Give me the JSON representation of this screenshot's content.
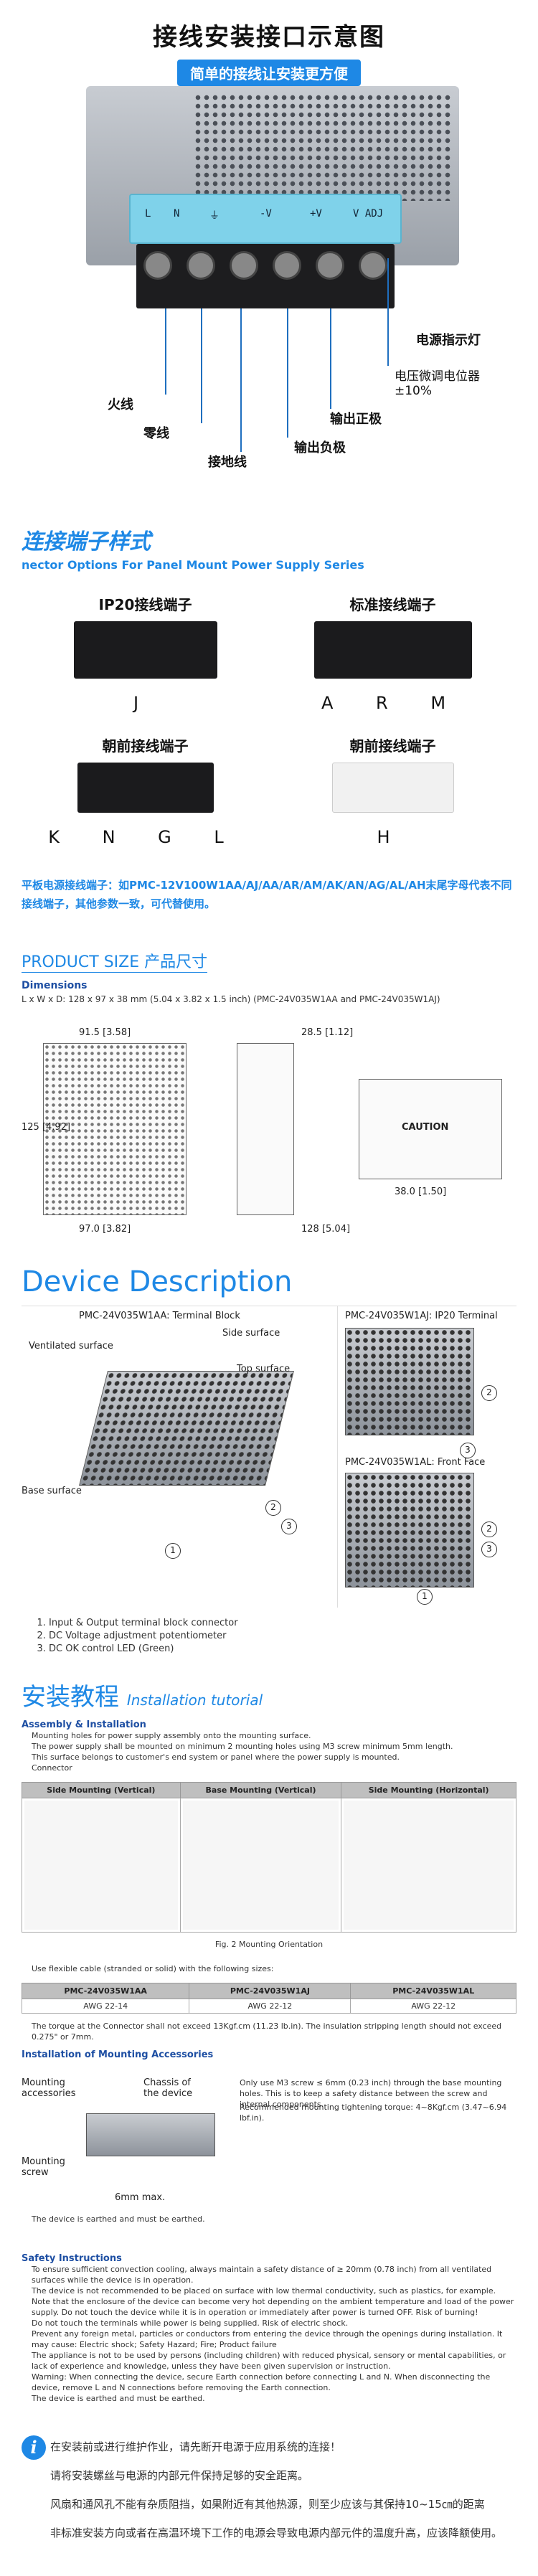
{
  "header": {
    "title": "接线安装接口示意图",
    "subtitle": "简单的接线让安装更方便"
  },
  "photo": {
    "terminal_labels": [
      "L",
      "N",
      "⏚",
      "-V",
      "+V",
      "V ADJ"
    ],
    "callouts": {
      "led": "电源指示灯",
      "adj": "电压微调电位器",
      "adj_range": "±10%",
      "live": "火线",
      "neutral": "零线",
      "ground": "接地线",
      "pos": "输出正极",
      "neg": "输出负极"
    }
  },
  "connectors": {
    "title_cn": "连接端子样式",
    "title_en": "nector Options For Panel Mount Power Supply Series",
    "items": [
      {
        "name": "IP20接线端子",
        "letters": "J"
      },
      {
        "name": "标准接线端子",
        "letters": "A R M"
      },
      {
        "name": "朝前接线端子",
        "letters": "K N G L"
      },
      {
        "name": "朝前接线端子",
        "letters": "H"
      }
    ],
    "note": "平板电源接线端子：如PMC-12V100W1AA/AJ/AA/AR/AM/AK/AN/AG/AL/AH末尾字母代表不同接线端子，其他参数一致，可代替使用。"
  },
  "dimensions": {
    "logo_en": "PRODUCT SIZE",
    "logo_cn": "产品尺寸",
    "heading": "Dimensions",
    "line": "L x W x D: 128 x 97 x 38 mm (5.04 x 3.82 x 1.5 inch) (PMC-24V035W1AA and PMC-24V035W1AJ)",
    "marks": {
      "w1": "91.5 [3.58]",
      "w2": "97.0 [3.82]",
      "h1": "125 [4.92]",
      "h2": "128 [5.04]",
      "d1": "28.5 [1.12]",
      "d2": "38.0 [1.50]",
      "caution": "CAUTION"
    }
  },
  "device": {
    "title": "Device Description",
    "cap_main": "PMC-24V035W1AA: Terminal Block",
    "cap_r1": "PMC-24V035W1AJ: IP20 Terminal",
    "cap_r2": "PMC-24V035W1AL: Front Face",
    "labels": {
      "ventilated": "Ventilated surface",
      "side": "Side surface",
      "top": "Top surface",
      "base": "Base surface"
    },
    "list": [
      "Input & Output terminal block connector",
      "DC Voltage adjustment potentiometer",
      "DC OK control LED (Green)"
    ]
  },
  "install": {
    "title_cn": "安装教程",
    "title_en": "Installation tutorial",
    "assembly_head": "Assembly & Installation",
    "assembly_items": [
      "Mounting holes for power supply assembly onto the mounting surface.",
      "The power supply shall be mounted on minimum 2 mounting holes using M3 screw minimum 5mm length.",
      "This surface belongs to customer's end system or panel where the power supply is mounted.",
      "Connector"
    ],
    "table_heads": [
      "Side Mounting (Vertical)",
      "Base Mounting (Vertical)",
      "Side Mounting (Horizontal)"
    ],
    "fig_caption": "Fig. 2    Mounting Orientation",
    "cable_note": "Use flexible cable (stranded or solid) with the following sizes:",
    "cable_heads": [
      "PMC-24V035W1AA",
      "PMC-24V035W1AJ",
      "PMC-24V035W1AL"
    ],
    "cable_vals": [
      "AWG 22-14",
      "AWG 22-12",
      "AWG 22-12"
    ],
    "torque": "The torque at the Connector shall not exceed 13Kgf.cm (11.23 lb.in).  The insulation stripping length should not exceed 0.275\" or 7mm.",
    "accessories_head": "Installation of Mounting Accessories",
    "acc_labels": {
      "mounting": "Mounting accessories",
      "chassis": "Chassis of the device",
      "screw": "Mounting screw",
      "max": "6mm max."
    },
    "acc_bullets": [
      "Only use M3 screw ≤ 6mm (0.23 inch) through the base mounting holes. This is to keep a safety distance between the screw and internal components.",
      "Recommended mounting tightening torque: 4~8Kgf.cm (3.47~6.94 lbf.in)."
    ],
    "earth_note": "The device is earthed and must be earthed."
  },
  "safety": {
    "head": "Safety Instructions",
    "items": [
      "To ensure sufficient convection cooling, always maintain a safety distance of ≥ 20mm (0.78 inch) from all ventilated surfaces while the device is in operation.",
      "The device is not recommended to be placed on surface with low thermal conductivity, such as plastics, for example.",
      "Note that the enclosure of the device can become very hot depending on the ambient temperature and load of the power supply. Do not touch the device while it is in operation or immediately after power is turned OFF. Risk of burning!",
      "Do not touch the terminals while power is being supplied. Risk of electric shock.",
      "Prevent any foreign metal, particles or conductors from entering the device through the openings during installation. It may cause: Electric shock; Safety Hazard; Fire; Product failure",
      "The appliance is not to be used by persons (including children) with reduced physical, sensory or mental capabilities, or lack of experience and knowledge, unless they have been given supervision or instruction.",
      "Warning: When connecting the device, secure Earth connection before connecting L and N. When disconnecting the device, remove L and N connections before removing the Earth connection.",
      "The device is earthed and must be earthed."
    ]
  },
  "footer_notes": [
    "在安装前或进行维护作业，请先断开电源于应用系统的连接！",
    "请将安装螺丝与电源的内部元件保持足够的安全距离。",
    "风扇和通风孔不能有杂质阻挡，如果附近有其他热源，则至少应该与其保持10~15㎝的距离",
    "非标准安装方向或者在高温环境下工作的电源会导致电源内部元件的温度升高，应该降额使用。"
  ]
}
